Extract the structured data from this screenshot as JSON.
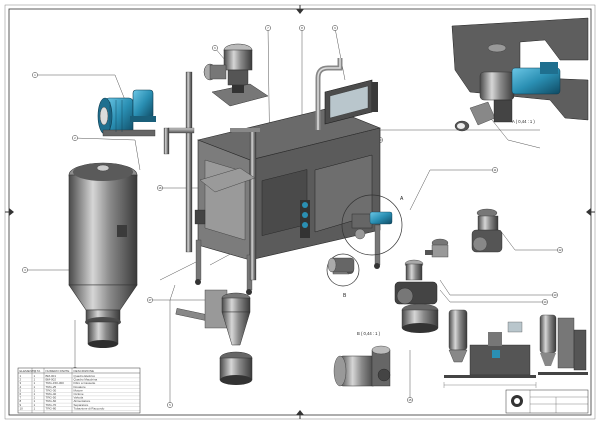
{
  "drawing": {
    "callouts": [
      "1",
      "2",
      "3",
      "4",
      "5",
      "6",
      "7",
      "8",
      "9",
      "10",
      "11",
      "12",
      "13",
      "14",
      "15",
      "16",
      "17"
    ],
    "detail_a_mark": "A",
    "detail_b_mark": "B",
    "detail_a_label": "A ( 0,44 : 1 )",
    "detail_b_label": "B ( 0,44 : 1 )"
  },
  "table": {
    "headers": [
      "ELEMENTO",
      "Q.TA",
      "NUMERO PARTE",
      "DESCRIZIONE"
    ],
    "rows": [
      [
        "1",
        "1",
        "BM-001",
        "Quadro Elettrico"
      ],
      [
        "2",
        "1",
        "BM-002",
        "Quadro Macchina"
      ],
      [
        "3",
        "1",
        "TRG-150-300",
        "Filtro a Cassette"
      ],
      [
        "4",
        "1",
        "TRG-25",
        "Dosatore"
      ],
      [
        "5",
        "1",
        "TRG-30",
        "Motore"
      ],
      [
        "6",
        "1",
        "TRG-40",
        "Ciclone"
      ],
      [
        "7",
        "1",
        "TRG-50",
        "Valvola"
      ],
      [
        "8",
        "1",
        "TRG-60",
        "Alimentatore"
      ],
      [
        "9",
        "1",
        "TRG-70",
        "Separatore"
      ],
      [
        "10",
        "1",
        "TRG-80",
        "Tubazione di Raccordo"
      ]
    ]
  },
  "colors": {
    "line": "#333333",
    "motor_blue": "#2a8fb3",
    "steel_dark": "#3d3d3d",
    "steel_mid": "#8c8c8c",
    "steel_light": "#cfcfcf",
    "panel": "#5d5d5d"
  }
}
